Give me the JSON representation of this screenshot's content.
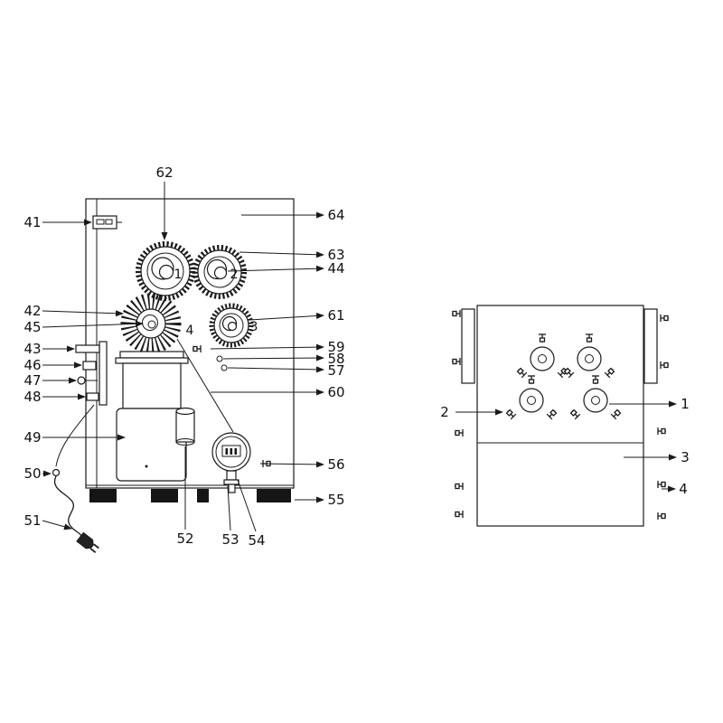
{
  "diagram": {
    "left_view": {
      "gear_labels": {
        "g1": "1",
        "g2": "2",
        "g3": "3",
        "g4": "4"
      },
      "callouts": {
        "n41": "41",
        "n42": "42",
        "n43": "43",
        "n44": "44",
        "n45": "45",
        "n46": "46",
        "n47": "47",
        "n48": "48",
        "n49": "49",
        "n50": "50",
        "n51": "51",
        "n52": "52",
        "n53": "53",
        "n54": "54",
        "n55": "55",
        "n56": "56",
        "n57": "57",
        "n58": "58",
        "n59": "59",
        "n60": "60",
        "n61": "61",
        "n62": "62",
        "n63": "63",
        "n64": "64"
      }
    },
    "right_view": {
      "callouts": {
        "n1": "1",
        "n2": "2",
        "n3": "3",
        "n4": "4"
      }
    },
    "colors": {
      "line": "#1a1a1a",
      "background": "#ffffff",
      "foot": "#151515"
    }
  }
}
